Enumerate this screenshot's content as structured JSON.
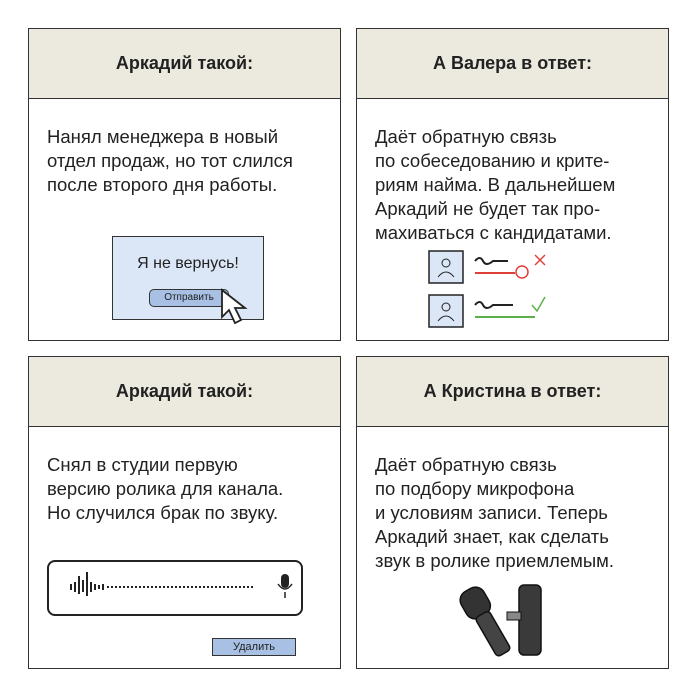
{
  "panels": [
    {
      "header": "Аркадий такой:",
      "text": "Нанял менеджера в новый\nотдел продаж, но тот слился\nпосле второго дня работы.",
      "message": "Я не вернусь!",
      "button": "Отправить"
    },
    {
      "header": "А Валера в ответ:",
      "text": "Даёт обратную связь\nпо собеседованию и крите-\nриям найма. В дальнейшем\nАркадий не будет так про-\nмахиваться с кандидатами."
    },
    {
      "header": "Аркадий такой:",
      "text": "Снял в студии первую\nверсию ролика для канала.\nНо случился брак по звуку.",
      "button": "Удалить"
    },
    {
      "header": "А Кристина в ответ:",
      "text": "Даёт обратную связь\nпо подбору микрофона\nи условиям записи. Теперь\nАркадий знает, как сделать\nзвук в ролике приемлемым."
    }
  ],
  "colors": {
    "header_bg": "#eceadf",
    "accent_blue": "#a7c0e4",
    "red": "#e0403a",
    "green": "#5cb04a"
  }
}
